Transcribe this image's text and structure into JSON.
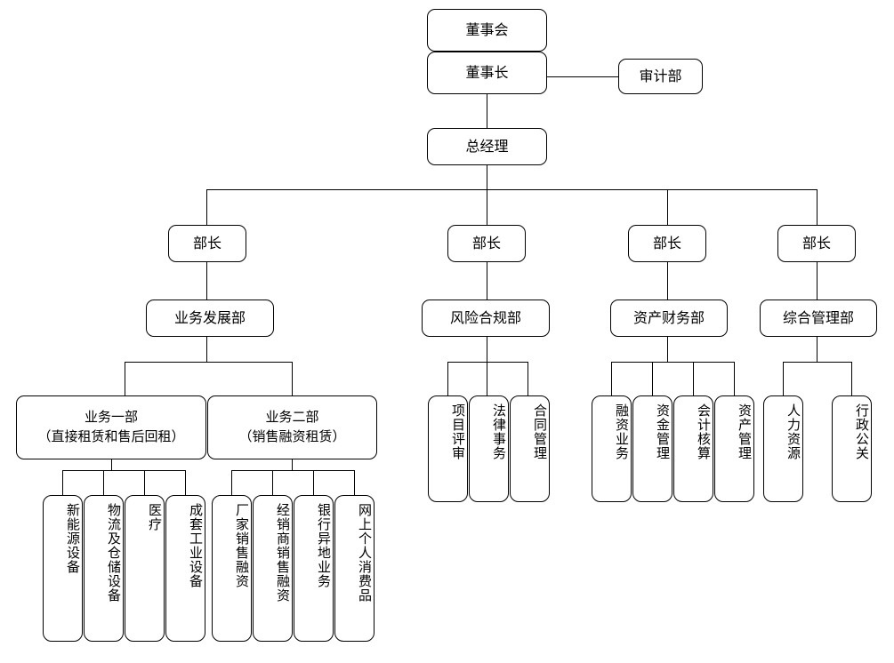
{
  "chart_meta": {
    "type": "org-chart",
    "title": "",
    "language": "zh-CN",
    "background": "#ffffff",
    "line_color": "#000000",
    "box_border_color": "#000000"
  },
  "nodes": {
    "board": {
      "label": "董事会"
    },
    "chairman": {
      "label": "董事长"
    },
    "audit": {
      "label": "审计部"
    },
    "general_manager": {
      "label": "总经理"
    },
    "minister_1": {
      "label": "部长"
    },
    "minister_2": {
      "label": "部长"
    },
    "minister_3": {
      "label": "部长"
    },
    "minister_4": {
      "label": "部长"
    },
    "dept_business": {
      "label": "业务发展部"
    },
    "dept_risk": {
      "label": "风险合规部"
    },
    "dept_asset": {
      "label": "资产财务部"
    },
    "dept_admin": {
      "label": "综合管理部"
    },
    "biz_unit_1": {
      "line1": "业务一部",
      "line2": "（直接租赁和售后回租）"
    },
    "biz_unit_2": {
      "line1": "业务二部",
      "line2": "（销售融资租赁）"
    }
  },
  "leaf_groups": {
    "biz_unit_1_children": [
      {
        "label": "新能源设备"
      },
      {
        "label": "物流及仓储设备"
      },
      {
        "label": "医疗"
      },
      {
        "label": "成套工业设备"
      }
    ],
    "biz_unit_2_children": [
      {
        "label": "厂家销售融资"
      },
      {
        "label": "经销商销售融资"
      },
      {
        "label": "银行异地业务"
      },
      {
        "label": "网上个人消费品"
      }
    ],
    "risk_children": [
      {
        "label": "项目评审"
      },
      {
        "label": "法律事务"
      },
      {
        "label": "合同管理"
      }
    ],
    "asset_children": [
      {
        "label": "融资业务"
      },
      {
        "label": "资金管理"
      },
      {
        "label": "会计核算"
      },
      {
        "label": "资产管理"
      }
    ],
    "admin_children": [
      {
        "label": "人力资源"
      },
      {
        "label": "行政公关"
      }
    ]
  }
}
